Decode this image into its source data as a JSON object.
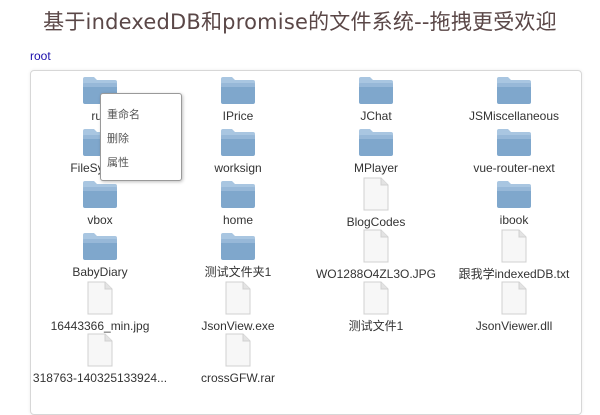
{
  "page": {
    "title": "基于indexedDB和promise的文件系统--拖拽更受欢迎",
    "breadcrumb": "root"
  },
  "items": [
    {
      "name": "run",
      "type": "folder"
    },
    {
      "name": "IPrice",
      "type": "folder"
    },
    {
      "name": "JChat",
      "type": "folder"
    },
    {
      "name": "JSMiscellaneous",
      "type": "folder"
    },
    {
      "name": "FileSystem",
      "type": "folder"
    },
    {
      "name": "worksign",
      "type": "folder"
    },
    {
      "name": "MPlayer",
      "type": "folder"
    },
    {
      "name": "vue-router-next",
      "type": "folder"
    },
    {
      "name": "vbox",
      "type": "folder"
    },
    {
      "name": "home",
      "type": "folder"
    },
    {
      "name": "BlogCodes",
      "type": "file"
    },
    {
      "name": "ibook",
      "type": "folder"
    },
    {
      "name": "BabyDiary",
      "type": "folder"
    },
    {
      "name": "测试文件夹1",
      "type": "folder"
    },
    {
      "name": "WO1288O4ZL3O.JPG",
      "type": "file"
    },
    {
      "name": "跟我学indexedDB.txt",
      "type": "file"
    },
    {
      "name": "16443366_min.jpg",
      "type": "file"
    },
    {
      "name": "JsonView.exe",
      "type": "file"
    },
    {
      "name": "测试文件1",
      "type": "file"
    },
    {
      "name": "JsonViewer.dll",
      "type": "file"
    },
    {
      "name": "318763-140325133924...",
      "type": "file"
    },
    {
      "name": "crossGFW.rar",
      "type": "file"
    }
  ],
  "context_menu": {
    "items": [
      "重命名",
      "删除",
      "属性"
    ]
  },
  "colors": {
    "folder_top": "#a9c6e1",
    "folder_body": "#7fa7cc",
    "file_page": "#f7f7f7",
    "title": "#5a4747",
    "link": "#1a0dab"
  }
}
